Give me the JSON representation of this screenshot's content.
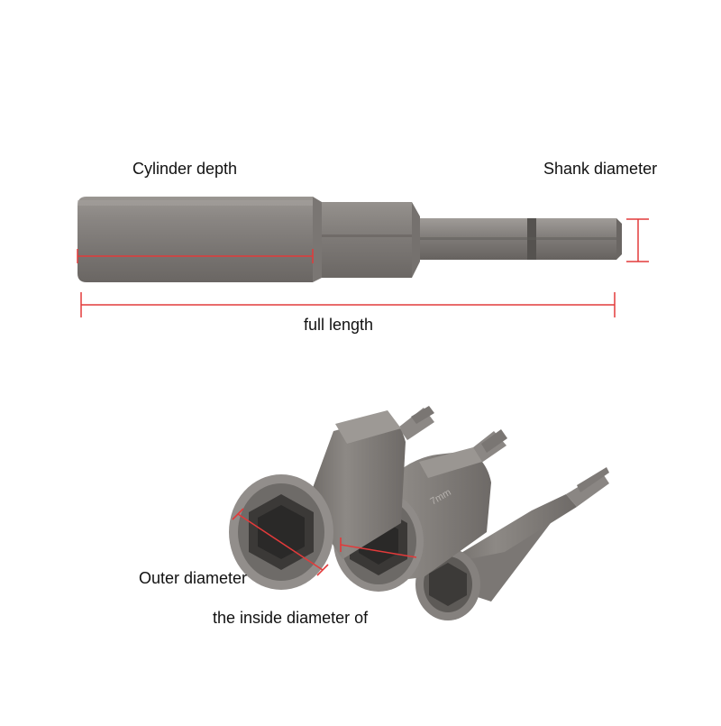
{
  "labels": {
    "cylinder_depth": "Cylinder depth",
    "shank_diameter": "Shank diameter",
    "full_length": "full length",
    "outer_diameter": "Outer diameter",
    "inside_diameter": "the inside diameter of"
  },
  "colors": {
    "background": "#ffffff",
    "dimension_line": "#e23a3a",
    "metal_dark": "#6f6c69",
    "metal_mid": "#8e8a86",
    "metal_light": "#b2aeaa",
    "text": "#111111"
  }
}
